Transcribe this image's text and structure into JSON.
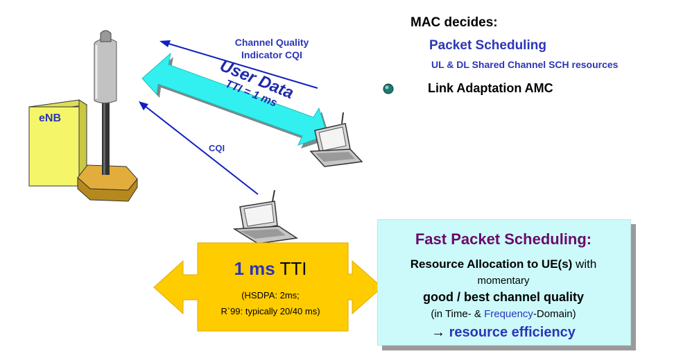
{
  "mac": {
    "title": "MAC decides:",
    "packet_scheduling": "Packet Scheduling",
    "shared_channel": "UL & DL Shared Channel SCH resources",
    "link_adaptation": "Link Adaptation AMC"
  },
  "cqi": {
    "top_line1": "Channel Quality",
    "top_line2": "Indicator CQI",
    "lower": "CQI"
  },
  "enb_label": "eNB",
  "user_data": {
    "label": "User Data",
    "tti": "TTI = 1 ms"
  },
  "tti_box": {
    "value": "1 ms",
    "unit": " TTI",
    "line1": "(HSDPA: 2ms;",
    "line2": "R`99: typically 20/40 ms)"
  },
  "fps": {
    "title": "Fast Packet Scheduling:",
    "line1_bold": "Resource Allocation to UE(s)",
    "line1_rest": " with",
    "line2": "momentary",
    "line3": "good / best channel quality",
    "line4_a": "(in Time- & ",
    "line4_freq": "Frequency",
    "line4_b": "-Domain)",
    "line5_arrow": "→ ",
    "line5_eff": "resource efficiency"
  },
  "colors": {
    "accent_blue": "#2b35b8",
    "cyan_arrow": "#33f0f0",
    "yellow": "#ffcc00",
    "enb_yellow": "#f5f56a",
    "title_purple": "#6a0a6a",
    "box_cyan": "#ccfafa"
  },
  "icons": [
    "antenna-mast-icon",
    "laptop-icon",
    "globe-bullet-icon"
  ]
}
